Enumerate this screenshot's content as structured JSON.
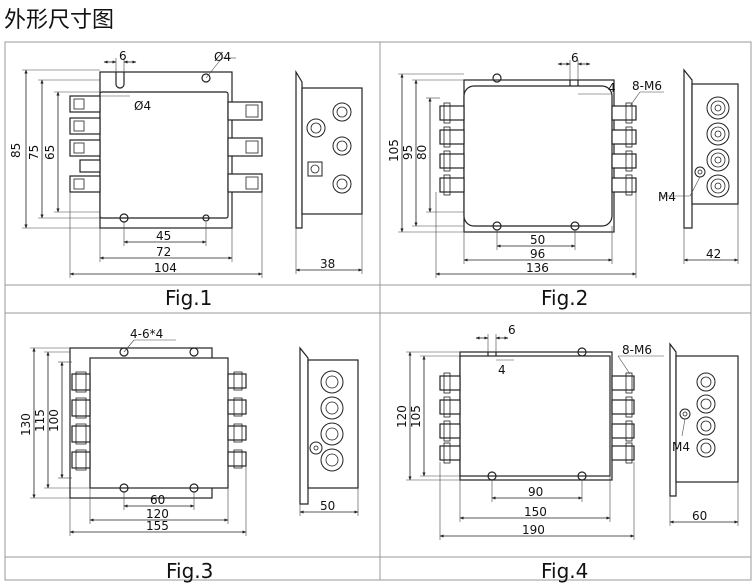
{
  "page": {
    "title": "外形尺寸图"
  },
  "fig1": {
    "caption": "Fig.1",
    "labels": {
      "slot_width": "6",
      "hole_dia_top": "Ø4",
      "hole_dia_left": "Ø4",
      "height_85": "85",
      "height_75": "75",
      "height_65": "65",
      "width_45": "45",
      "width_72": "72",
      "width_104": "104",
      "depth_38": "38"
    }
  },
  "fig2": {
    "caption": "Fig.2",
    "labels": {
      "slot_width": "6",
      "slot_depth": "4",
      "terminal_spec": "8-M6",
      "height_105": "105",
      "height_95": "95",
      "height_80": "80",
      "width_50": "50",
      "width_96": "96",
      "width_136": "136",
      "ground": "M4",
      "depth_42": "42"
    }
  },
  "fig3": {
    "caption": "Fig.3",
    "labels": {
      "holes": "4-6*4",
      "height_130": "130",
      "height_115": "115",
      "height_100": "100",
      "width_60": "60",
      "width_120": "120",
      "width_155": "155",
      "depth_50": "50"
    }
  },
  "fig4": {
    "caption": "Fig.4",
    "labels": {
      "slot_width": "6",
      "slot_depth": "4",
      "terminal_spec": "8-M6",
      "height_120": "120",
      "height_105": "105",
      "width_90": "90",
      "width_150": "150",
      "width_190": "190",
      "ground": "M4",
      "depth_60": "60"
    }
  }
}
